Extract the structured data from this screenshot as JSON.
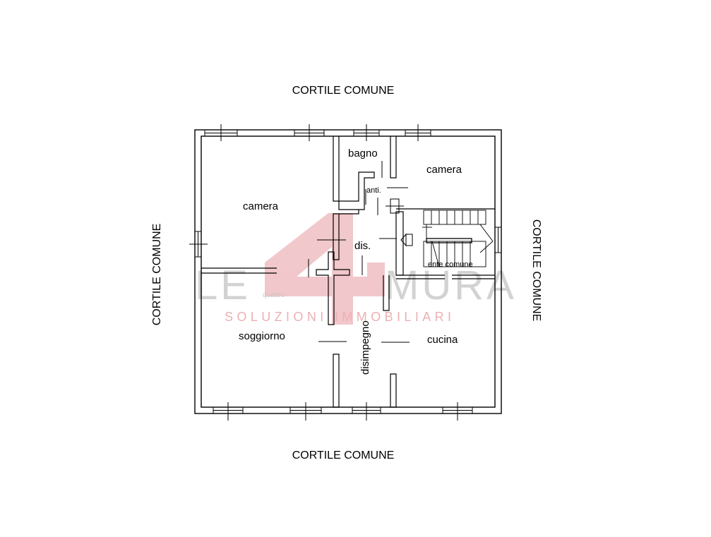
{
  "surroundings": {
    "top": "CORTILE COMUNE",
    "bottom": "CORTILE COMUNE",
    "left": "CORTILE COMUNE",
    "right": "CORTILE COMUNE"
  },
  "rooms": {
    "bagno": "bagno",
    "camera_right": "camera",
    "camera_left": "camera",
    "anti": "anti.",
    "dis": "dis.",
    "ente_comune": "ente comune",
    "soggiorno": "soggiorno",
    "cucina": "cucina",
    "disimpegno": "disimpegno"
  },
  "watermark": {
    "brand_left": "LE",
    "brand_right": "MURA",
    "brand_small": "quattro",
    "tagline": "SOLUZIONI IMMOBILIARI",
    "colors": {
      "red": "#e8a3a8",
      "gray": "#c9c9c9"
    }
  }
}
